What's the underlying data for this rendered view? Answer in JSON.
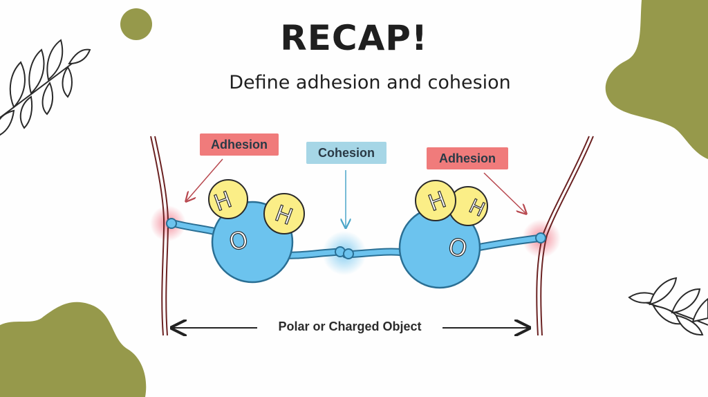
{
  "slide": {
    "title": "RECAP!",
    "subtitle": "Define adhesion and cohesion"
  },
  "diagram": {
    "label_adhesion_left": "Adhesion",
    "label_cohesion": "Cohesion",
    "label_adhesion_right": "Adhesion",
    "axis_label": "Polar or Charged Object",
    "molecule_left": {
      "oxygen": "O",
      "hydrogen_1": "H",
      "hydrogen_2": "H"
    },
    "molecule_right": {
      "oxygen": "O",
      "hydrogen_1": "H",
      "hydrogen_2": "H"
    }
  },
  "colors": {
    "olive": "#96994b",
    "water_blue": "#6cc3ee",
    "hydrogen_yellow": "#fbee87",
    "adhesion_red": "#f07b7b",
    "cohesion_blue": "#a6d6e6",
    "wall_brown": "#7a2e2e"
  }
}
